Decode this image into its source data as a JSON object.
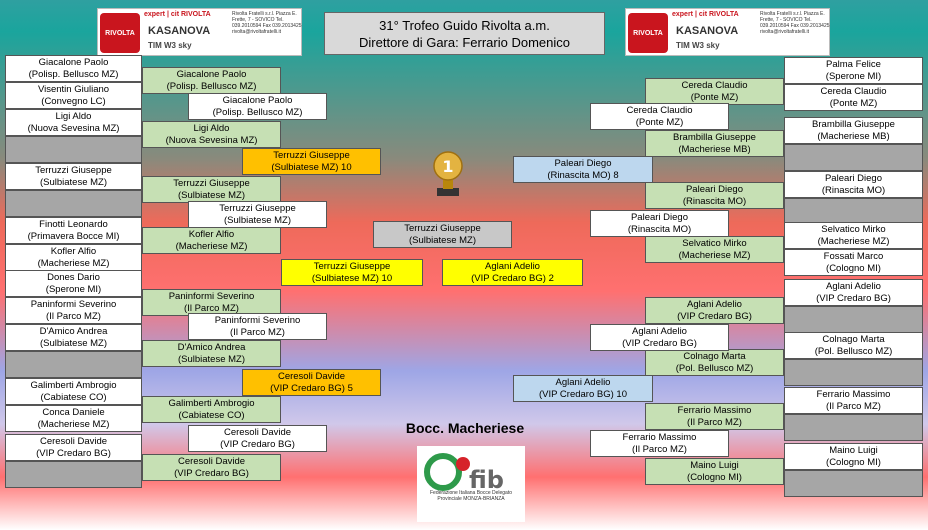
{
  "header": {
    "title_line1": "31° Trofeo Guido Rivolta a.m.",
    "title_line2": "Direttore di Gara: Ferrario Domenico"
  },
  "sponsor": {
    "logo_text": "RIVOLTA",
    "name": "expert | cit RIVOLTA",
    "address": "Rivolta Fratelli s.r.l. Piazza E. Frette, 7 - SOVICO Tel. 039.2010594 Fax 039.2013425 rivolta@rivoltafratelli.it",
    "kasanova": "KASANOVA",
    "brands": "TIM   W3   sky"
  },
  "club": "Bocc. Macheriese",
  "fib": {
    "word": "fib",
    "sub": "Federazione Italiana Bocce Delegato Provinciale MONZA-BRIANZA"
  },
  "left_r1": [
    {
      "name": "Giacalone Paolo",
      "club": "(Polisp. Bellusco MZ)"
    },
    {
      "name": "Visentin Giuliano",
      "club": "(Convegno LC)"
    },
    {
      "name": "Ligi Aldo",
      "club": "(Nuova Sevesina MZ)"
    },
    {
      "name": "",
      "club": ""
    },
    {
      "name": "Terruzzi Giuseppe",
      "club": "(Sulbiatese MZ)"
    },
    {
      "name": "",
      "club": ""
    },
    {
      "name": "Finotti Leonardo",
      "club": "(Primavera Bocce MI)"
    },
    {
      "name": "Kofler Alfio",
      "club": "(Macheriese MZ)"
    },
    {
      "name": "Dones Dario",
      "club": "(Sperone MI)"
    },
    {
      "name": "Paninformi Severino",
      "club": "(Il Parco MZ)"
    },
    {
      "name": "D'Amico Andrea",
      "club": "(Sulbiatese MZ)"
    },
    {
      "name": "",
      "club": ""
    },
    {
      "name": "Galimberti Ambrogio",
      "club": "(Cabiatese CO)"
    },
    {
      "name": "Conca Daniele",
      "club": "(Macheriese MZ)"
    },
    {
      "name": "Ceresoli Davide",
      "club": "(VIP Credaro BG)"
    },
    {
      "name": "",
      "club": ""
    }
  ],
  "left_r2": [
    {
      "name": "Giacalone Paolo",
      "club": "(Polisp. Bellusco MZ)"
    },
    {
      "name": "Ligi Aldo",
      "club": "(Nuova Sevesina MZ)"
    },
    {
      "name": "Terruzzi Giuseppe",
      "club": "(Sulbiatese MZ)"
    },
    {
      "name": "Kofler Alfio",
      "club": "(Macheriese MZ)"
    },
    {
      "name": "Paninformi Severino",
      "club": "(Il Parco MZ)"
    },
    {
      "name": "D'Amico Andrea",
      "club": "(Sulbiatese MZ)"
    },
    {
      "name": "Galimberti Ambrogio",
      "club": "(Cabiatese CO)"
    },
    {
      "name": "Ceresoli Davide",
      "club": "(VIP Credaro BG)"
    }
  ],
  "left_r3": [
    {
      "name": "Giacalone Paolo",
      "club": "(Polisp. Bellusco MZ)"
    },
    {
      "name": "Terruzzi Giuseppe",
      "club": "(Sulbiatese MZ)"
    },
    {
      "name": "Paninformi Severino",
      "club": "(Il Parco MZ)"
    },
    {
      "name": "Ceresoli Davide",
      "club": "(VIP Credaro BG)"
    }
  ],
  "left_r4": [
    {
      "name": "Terruzzi Giuseppe",
      "club": "(Sulbiatese MZ)    10"
    },
    {
      "name": "Ceresoli Davide",
      "club": "(VIP Credaro BG)      5"
    }
  ],
  "left_semi": {
    "name": "Terruzzi Giuseppe",
    "club": "(Sulbiatese MZ)      10"
  },
  "final": {
    "name": "Terruzzi Giuseppe",
    "club": "(Sulbiatese MZ)"
  },
  "right_semi": {
    "name": "Aglani Adelio",
    "club": "(VIP Credaro BG)    2"
  },
  "right_r4": [
    {
      "name": "Paleari Diego",
      "club": "(Rinascita MO)      8"
    },
    {
      "name": "Aglani Adelio",
      "club": "(VIP Credaro BG)      10"
    }
  ],
  "right_r3": [
    {
      "name": "Cereda Claudio",
      "club": "(Ponte MZ)"
    },
    {
      "name": "Paleari Diego",
      "club": "(Rinascita MO)"
    },
    {
      "name": "Aglani Adelio",
      "club": "(VIP Credaro BG)"
    },
    {
      "name": "Ferrario Massimo",
      "club": "(Il Parco MZ)"
    }
  ],
  "right_r2": [
    {
      "name": "Cereda Claudio",
      "club": "(Ponte MZ)"
    },
    {
      "name": "Brambilla Giuseppe",
      "club": "(Macheriese MB)"
    },
    {
      "name": "Paleari Diego",
      "club": "(Rinascita MO)"
    },
    {
      "name": "Selvatico Mirko",
      "club": "(Macheriese MZ)"
    },
    {
      "name": "Aglani Adelio",
      "club": "(VIP Credaro BG)"
    },
    {
      "name": "Colnago Marta",
      "club": "(Pol. Bellusco MZ)"
    },
    {
      "name": "Ferrario Massimo",
      "club": "(Il Parco MZ)"
    },
    {
      "name": "Maino Luigi",
      "club": "(Cologno MI)"
    }
  ],
  "right_r1": [
    {
      "name": "Palma Felice",
      "club": "(Sperone MI)"
    },
    {
      "name": "Cereda Claudio",
      "club": "(Ponte MZ)"
    },
    {
      "name": "Brambilla Giuseppe",
      "club": "(Macheriese MB)"
    },
    {
      "name": "",
      "club": ""
    },
    {
      "name": "Paleari Diego",
      "club": "(Rinascita MO)"
    },
    {
      "name": "",
      "club": ""
    },
    {
      "name": "Selvatico Mirko",
      "club": "(Macheriese MZ)"
    },
    {
      "name": "Fossati Marco",
      "club": "(Cologno MI)"
    },
    {
      "name": "Aglani Adelio",
      "club": "(VIP Credaro BG)"
    },
    {
      "name": "",
      "club": ""
    },
    {
      "name": "Colnago Marta",
      "club": "(Pol. Bellusco MZ)"
    },
    {
      "name": "",
      "club": ""
    },
    {
      "name": "Ferrario Massimo",
      "club": "(Il Parco MZ)"
    },
    {
      "name": "",
      "club": ""
    },
    {
      "name": "Maino Luigi",
      "club": "(Cologno MI)"
    },
    {
      "name": "",
      "club": ""
    }
  ]
}
